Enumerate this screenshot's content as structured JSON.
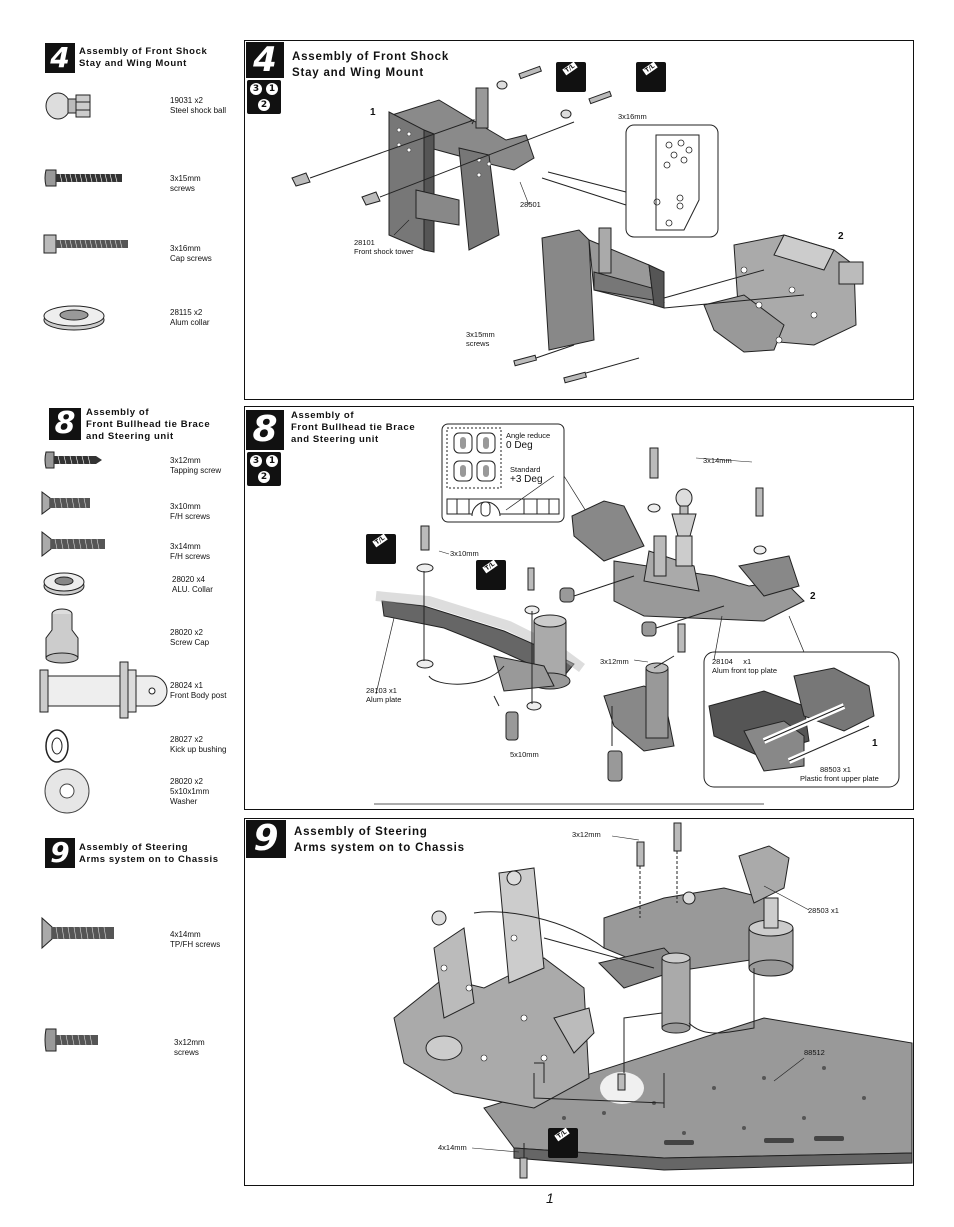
{
  "sections": {
    "s4": {
      "step": "4",
      "title_line1": "Assembly of Front Shock",
      "title_line2": "Stay and Wing Mount",
      "parts": [
        {
          "id": "19031",
          "qty": "x2",
          "desc": "Steel shock ball"
        },
        {
          "id": "3x15mm",
          "qty": "",
          "desc": "screws"
        },
        {
          "id": "3x16mm",
          "qty": "",
          "desc": "Cap screws"
        },
        {
          "id": "28115",
          "qty": "x2",
          "desc": "Alum collar"
        }
      ],
      "callouts": {
        "step1": "1",
        "step2": "2",
        "screw_3x16": "3x16mm",
        "part_28501": "28501",
        "part_28101": "28101",
        "part_28101_desc": "Front shock tower",
        "screw_3x15": "3x15mm",
        "screw_3x15_desc": "screws"
      },
      "order": [
        "3",
        "1",
        "2"
      ]
    },
    "s8": {
      "step": "8",
      "title_line1": "Assembly of",
      "title_line2": "Front Bullhead tie Brace",
      "title_line3": "and Steering unit",
      "parts": [
        {
          "id": "3x12mm",
          "qty": "",
          "desc": "Tapping screw"
        },
        {
          "id": "3x10mm",
          "qty": "",
          "desc": "F/H screws"
        },
        {
          "id": "3x14mm",
          "qty": "",
          "desc": "F/H screws"
        },
        {
          "id": "28020",
          "qty": "x4",
          "desc": "ALU. Collar"
        },
        {
          "id": "28020",
          "qty": "x2",
          "desc": "Screw Cap"
        },
        {
          "id": "28024",
          "qty": "x1",
          "desc": "Front Body post"
        },
        {
          "id": "28027",
          "qty": "x2",
          "desc": "Kick up bushing"
        },
        {
          "id": "28020",
          "qty": "x2",
          "desc": "5x10x1mm",
          "desc2": "Washer"
        }
      ],
      "callouts": {
        "angle_reduce": "Angle reduce",
        "angle_reduce_val": "0 Deg",
        "standard": "Standard",
        "standard_val": "+3 Deg",
        "screw_3x14": "3x14mm",
        "screw_3x10": "3x10mm",
        "screw_3x12": "3x12mm",
        "part_28103": "28103 x1",
        "part_28103_desc": "Alum plate",
        "spacer_5x10": "5x10mm",
        "step2": "2",
        "step1": "1",
        "part_28104": "28104",
        "part_28104_qty": "x1",
        "part_28104_desc": "Alum front top plate",
        "part_88503": "88503 x1",
        "part_88503_desc": "Plastic front upper plate"
      },
      "order": [
        "3",
        "1",
        "2"
      ]
    },
    "s9": {
      "step": "9",
      "title_line1": "Assembly of Steering",
      "title_line2": "Arms system on to Chassis",
      "parts": [
        {
          "id": "4x14mm",
          "qty": "",
          "desc": "TP/FH screws"
        },
        {
          "id": "3x12mm",
          "qty": "",
          "desc": "screws"
        }
      ],
      "callouts": {
        "screw_3x12": "3x12mm",
        "part_28503": "28503 x1",
        "part_88512": "88512",
        "screw_4x14": "4x14mm"
      }
    }
  },
  "tl_label": "T/L",
  "page_number": "1"
}
